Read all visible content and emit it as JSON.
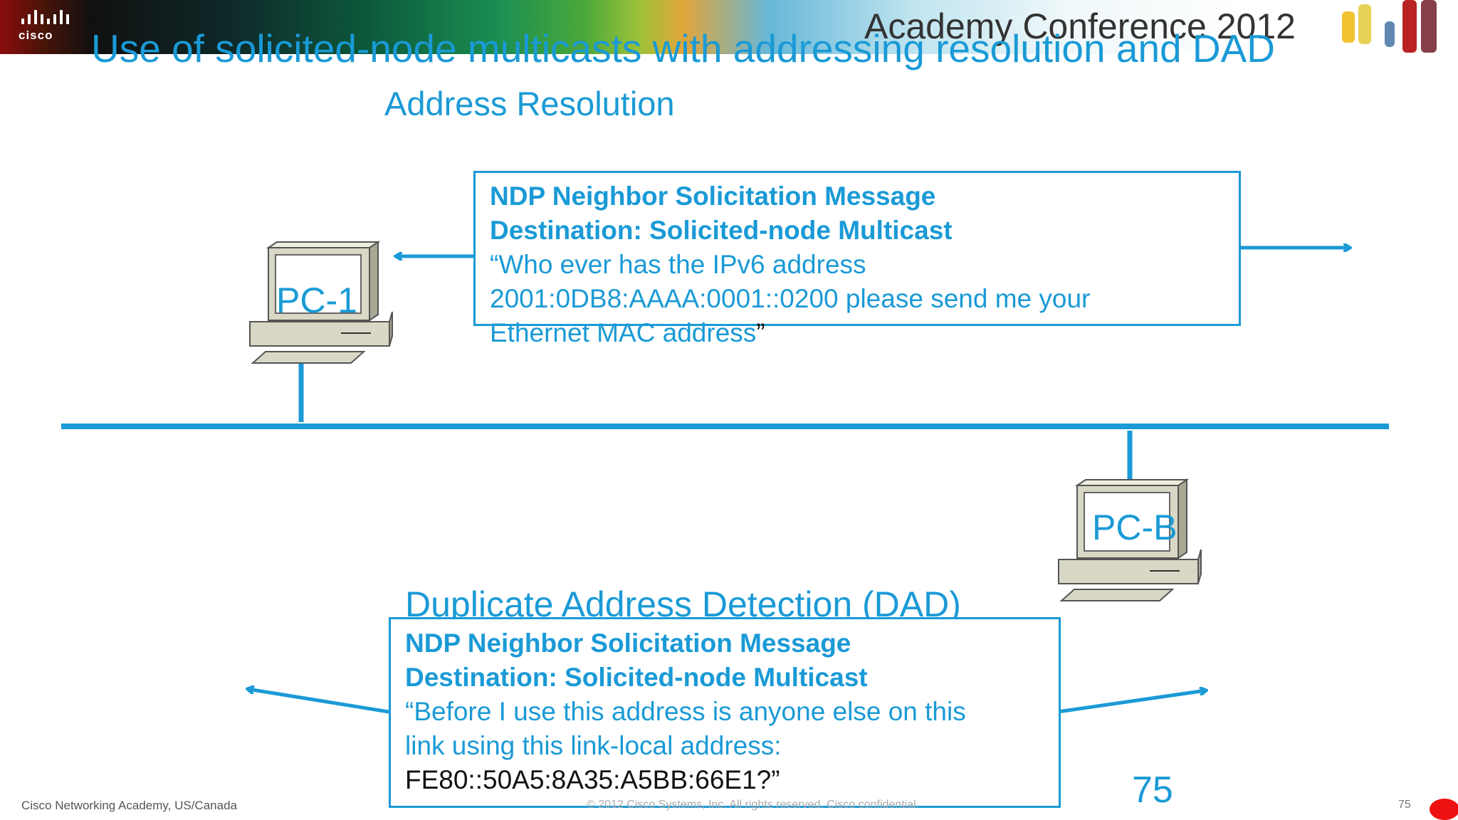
{
  "header": {
    "logo_text": "cisco",
    "conference_title": "Academy Conference 2012"
  },
  "slide": {
    "title": "Use of solicited-node multicasts with addressing resolution and DAD",
    "section_address_resolution": "Address Resolution",
    "section_dad": "Duplicate Address Detection (DAD)"
  },
  "devices": {
    "pc1_label": "PC-1",
    "pcb_label": "PC-B"
  },
  "address_resolution_box": {
    "line1": "NDP Neighbor Solicitation Message",
    "line2": "Destination: Solicited-node Multicast",
    "line3": "“Who ever has the IPv6 address",
    "line4": "2001:0DB8:AAAA:0001::0200 please send me your",
    "line5_main": "Ethernet MAC address",
    "line5_end": "”"
  },
  "dad_box": {
    "line1": "NDP Neighbor Solicitation Message",
    "line2": "Destination: Solicited-node Multicast",
    "line3": "“Before I use this address is anyone else on this",
    "line4": "link using this link-local address:",
    "line5": "FE80::50A5:8A35:A5BB:66E1?”"
  },
  "footer": {
    "org": "Cisco Networking Academy, US/Canada",
    "copyright": "© 2012 Cisco Systems, Inc. All rights reserved. Cisco confidential.",
    "page_number_large": "75",
    "page_number_small": "75"
  },
  "colors": {
    "accent": "#1a9ad6",
    "footer_dot": "#ee1111"
  }
}
